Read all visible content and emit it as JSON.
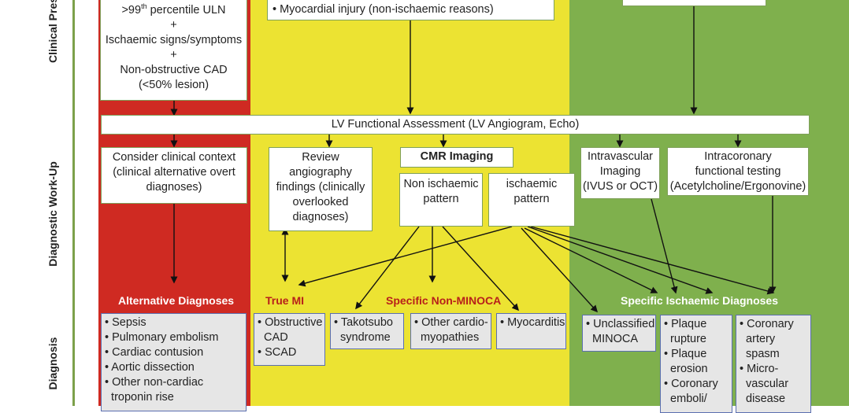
{
  "row_labels": {
    "clinical": "Clinical Pres",
    "workup": "Diagnostic Work-Up",
    "diagnosis": "Diagnosis"
  },
  "colors": {
    "red_band": "#cf2a22",
    "yellow_band": "#ece332",
    "green_band": "#7fb04d",
    "box_border": "#7fa05a",
    "grey_box_fill": "#e6e6e6",
    "grey_box_border": "#5b6fb0"
  },
  "criteria_box": {
    "lines": [
      ">99th percentile ULN",
      "+",
      "Ischaemic signs/symptoms",
      "+",
      "Non-obstructive CAD",
      "(<50% lesion)"
    ]
  },
  "yellow_top_box": {
    "text": "• Myocardial injury (non-ischaemic reasons)"
  },
  "lv_assessment": "LV Functional Assessment (LV Angiogram, Echo)",
  "consider_context": {
    "lines": [
      "Consider clinical context",
      "(clinical alternative overt",
      "diagnoses)"
    ]
  },
  "review_angiography": {
    "lines": [
      "Review",
      "angiography",
      "findings (clinically",
      "overlooked",
      "diagnoses)"
    ]
  },
  "cmr_imaging": "CMR Imaging",
  "non_ischaemic_pattern": {
    "lines": [
      "Non ischaemic",
      "pattern"
    ]
  },
  "ischaemic_pattern": {
    "lines": [
      "ischaemic",
      "pattern"
    ]
  },
  "intravascular_imaging": {
    "lines": [
      "Intravascular",
      "Imaging",
      "(IVUS or OCT)"
    ]
  },
  "intracoronary_testing": {
    "lines": [
      "Intracoronary",
      "functional testing",
      "(Acetylcholine/Ergonovine)"
    ]
  },
  "headings": {
    "alternative": "Alternative Diagnoses",
    "true_mi": "True MI",
    "specific_non_minoca": "Specific Non-MINOCA",
    "specific_ischaemic": "Specific Ischaemic Diagnoses"
  },
  "alternative_list": [
    "• Sepsis",
    "• Pulmonary embolism",
    "• Cardiac contusion",
    "• Aortic dissection",
    "• Other non-cardiac",
    "  troponin rise"
  ],
  "true_mi_list": [
    "• Obstructive",
    "  CAD",
    "• SCAD"
  ],
  "takotsubo": [
    "• Takotsubo",
    "  syndrome"
  ],
  "other_cardiomyopathies": [
    "• Other cardio-",
    "  myopathies"
  ],
  "myocarditis": [
    "• Myocarditis"
  ],
  "unclassified_minoca": [
    "• Unclassified",
    "  MINOCA"
  ],
  "plaque_list": [
    "• Plaque",
    "  rupture",
    "• Plaque",
    "  erosion",
    "• Coronary",
    "  emboli/"
  ],
  "spasm_list": [
    "• Coronary",
    "  artery",
    "  spasm",
    "• Micro-",
    "  vascular",
    "  disease"
  ]
}
